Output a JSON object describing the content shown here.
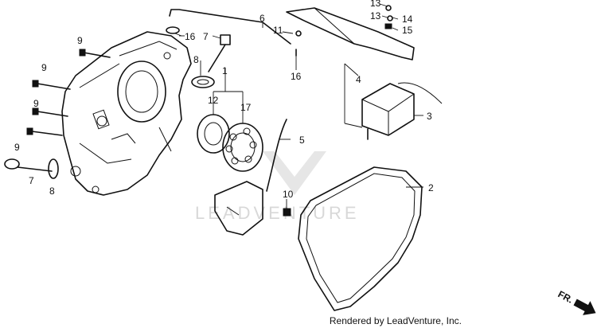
{
  "watermark": {
    "text": "LEADVENTURE"
  },
  "footer": {
    "credit": "Rendered by LeadVenture, Inc."
  },
  "direction_arrow": {
    "label": "FR."
  },
  "callouts": {
    "c1": "1",
    "c2": "2",
    "c3": "3",
    "c4": "4",
    "c5": "5",
    "c6": "6",
    "c7a": "7",
    "c7b": "7",
    "c8a": "8",
    "c8b": "8",
    "c9a": "9",
    "c9b": "9",
    "c9c": "9",
    "c9d": "9",
    "c10": "10",
    "c11": "11",
    "c12": "12",
    "c13a": "13",
    "c13b": "13",
    "c14": "14",
    "c15": "15",
    "c16a": "16",
    "c16b": "16",
    "c17": "17"
  }
}
